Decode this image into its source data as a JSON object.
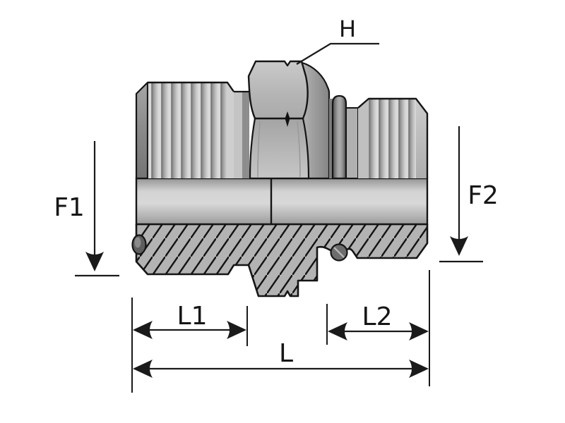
{
  "diagram": {
    "labels": {
      "h": "H",
      "f1": "F1",
      "f2": "F2",
      "l1": "L1",
      "l2": "L2",
      "l": "L"
    },
    "colors": {
      "background": "#ffffff",
      "outline": "#151515",
      "label_text": "#161616",
      "dimension_line": "#1a1a1a",
      "metal_light": "#d8d8d8",
      "metal_mid": "#b3b3b3",
      "metal_dark": "#8a8a8a",
      "oring_dark": "#5e5e5e"
    }
  }
}
